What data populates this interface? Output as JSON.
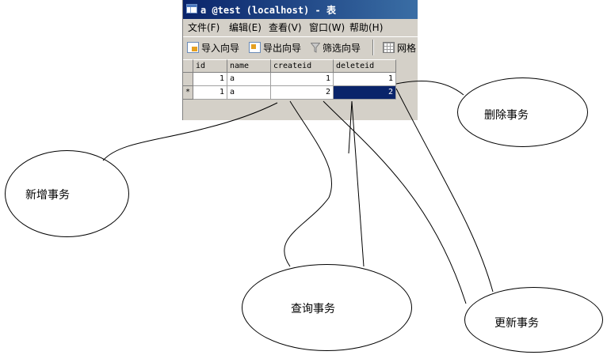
{
  "window": {
    "title": "a @test (localhost) - 表",
    "menu": [
      "文件(F)",
      "编辑(E)",
      "查看(V)",
      "窗口(W)",
      "帮助(H)"
    ],
    "toolbar": {
      "import_label": "导入向导",
      "export_label": "导出向导",
      "filter_label": "筛选向导",
      "grid_label": "网格"
    },
    "table": {
      "columns": [
        "id",
        "name",
        "createid",
        "deleteid"
      ],
      "rows": [
        {
          "marker": "",
          "id": "1",
          "name": "a",
          "createid": "1",
          "deleteid": "1"
        },
        {
          "marker": "*",
          "id": "1",
          "name": "a",
          "createid": "2",
          "deleteid": "2"
        }
      ]
    }
  },
  "bubbles": {
    "create": "新增事务",
    "query": "查询事务",
    "delete": "删除事务",
    "update": "更新事务"
  },
  "colors": {
    "titlebar": "#0a246a",
    "selection": "#0a246a",
    "chrome": "#d4d0c8"
  }
}
